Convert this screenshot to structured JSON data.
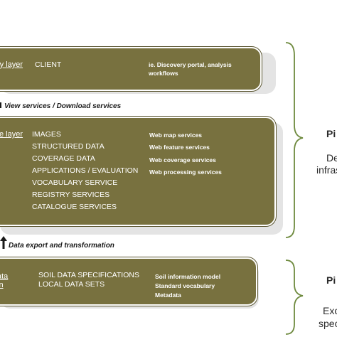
{
  "discovery_layer": {
    "name": "ry layer",
    "items": [
      "CLIENT"
    ],
    "note": "ie. Discovery portal, analysis workflows"
  },
  "flow_top": {
    "label": "View services / Download services"
  },
  "service_layer": {
    "name": "e layer",
    "items": [
      "IMAGES",
      "STRUCTURED DATA",
      "COVERAGE DATA",
      "APPLICATIONS / EVALUATION",
      "VOCABULARY SERVICE",
      "REGISTRY SERVICES",
      "CATALOGUE SERVICES"
    ],
    "notes": [
      "Web map services",
      "Web feature services",
      "Web coverage services",
      "Web processing services"
    ]
  },
  "flow_bottom": {
    "label": "Data export and transformation"
  },
  "data_layer": {
    "name_lines": [
      "ata",
      "in"
    ],
    "items": [
      "SOIL DATA SPECIFICATIONS",
      "LOCAL DATA SETS"
    ],
    "notes": [
      "Soil information model",
      "Standard vocabulary",
      "Metadata"
    ]
  },
  "side_labels": {
    "upper_title": "Pi",
    "upper_desc_lines": [
      "De",
      "infras"
    ],
    "lower_title": "Pi",
    "lower_desc_lines": [
      "Exc",
      "speci"
    ]
  },
  "colors": {
    "panel": "#78713f",
    "panel_border": "#ffffff",
    "shadow": "#e4e4e4",
    "brace": "#6e8a3e",
    "flow_text": "#1a1a1a",
    "side_text": "#2b2b2b"
  }
}
